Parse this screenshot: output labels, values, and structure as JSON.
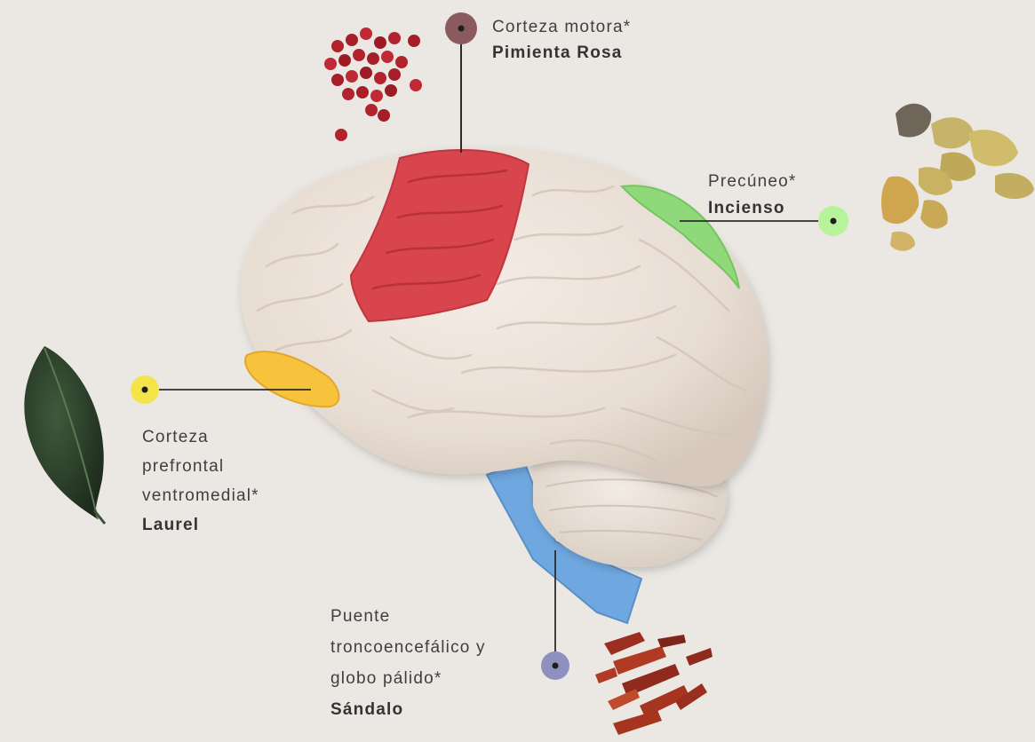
{
  "colors": {
    "background": "#ebe8e3",
    "brain": "#ede3da",
    "motor_cortex": "#d9454d",
    "precuneus": "#8fd97a",
    "vmpfc": "#f7c23c",
    "brainstem": "#6fa8e0",
    "dot_motor": "#8a5a5f",
    "dot_precuneus": "#b6f39a",
    "dot_vmpfc": "#f3e44a",
    "dot_brainstem": "#8e90c0"
  },
  "labels": {
    "motor": {
      "region": "Corteza motora*",
      "spice": "Pimienta Rosa",
      "icon": "pink-peppercorns"
    },
    "precuneus": {
      "region": "Precúneo*",
      "spice": "Incienso",
      "icon": "frankincense-resin"
    },
    "vmpfc": {
      "region_lines": [
        "Corteza",
        "prefrontal",
        "ventromedial*"
      ],
      "spice": "Laurel",
      "icon": "bay-leaf"
    },
    "brainstem": {
      "region_lines": [
        "Puente",
        "troncoencefálico y",
        "globo pálido*"
      ],
      "spice": "Sándalo",
      "icon": "sandalwood-shavings"
    }
  }
}
